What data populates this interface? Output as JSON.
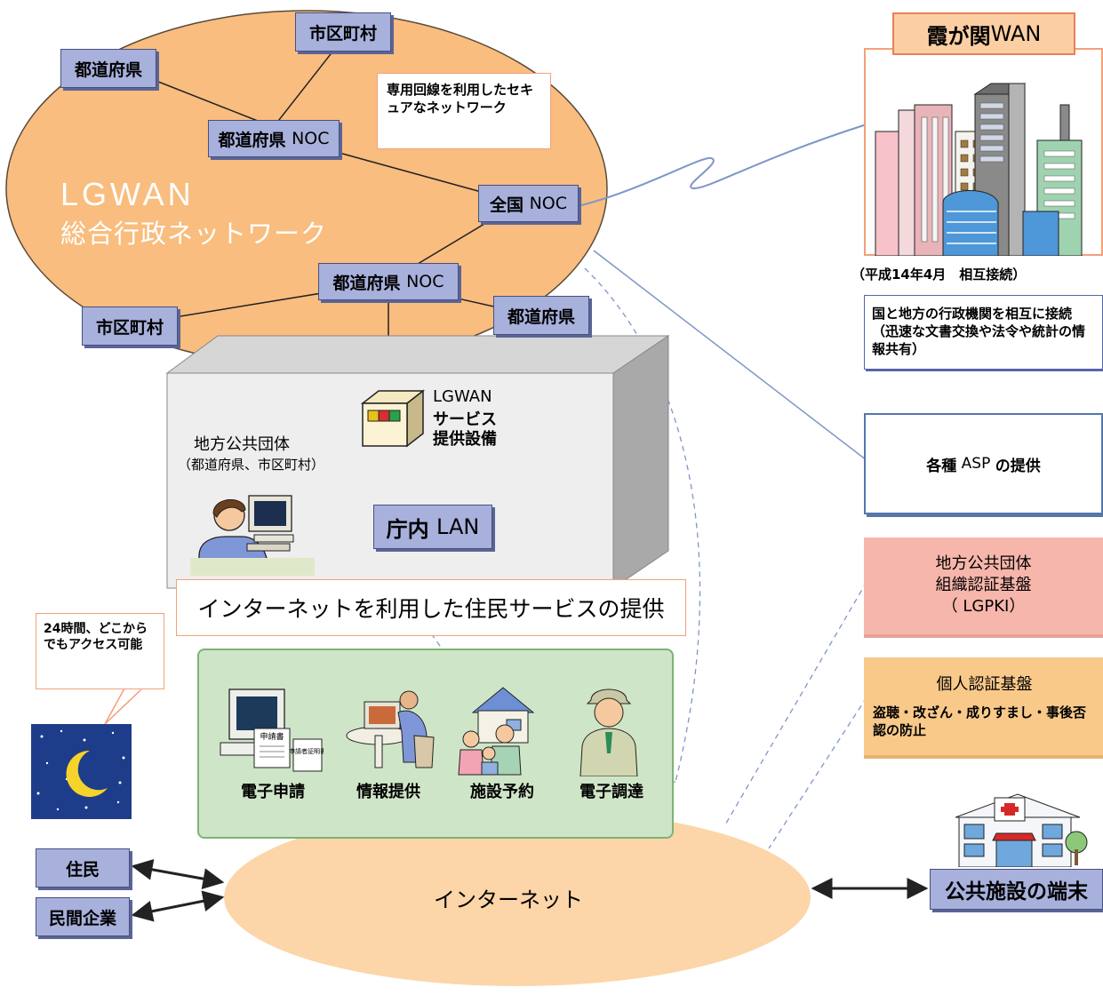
{
  "lgwan": {
    "title": "LGWAN",
    "subtitle": "総合行政ネットワーク",
    "callout": "専用回線を利用したセキュアなネットワーク",
    "nodes": {
      "shikuchoson_top": "市区町村",
      "todofuken_left": "都道府県",
      "noc_upper_bold": "都道府県",
      "noc_upper_suffix": "NOC",
      "zenkoku_bold": "全国",
      "zenkoku_suffix": "NOC",
      "noc_lower_bold": "都道府県",
      "noc_lower_suffix": "NOC",
      "shikuchoson_bottom": "市区町村",
      "todofuken_bottom": "都道府県"
    }
  },
  "local_gov": {
    "label": "地方公共団体",
    "sublabel": "（都道府県、市区町村）",
    "equipment_line1": "LGWAN",
    "equipment_line2": "サービス",
    "equipment_line3": "提供設備",
    "lan_bold": "庁内",
    "lan_suffix": "LAN",
    "internet_service_banner": "インターネットを利用した住民サービスの提供"
  },
  "availability_callout": "24時間、どこからでもアクセス可能",
  "services": [
    "電子申請",
    "情報提供",
    "施設予約",
    "電子調達"
  ],
  "document_labels": {
    "form": "申請書",
    "cert": "申請者証明書"
  },
  "internet": {
    "label": "インターネット",
    "residents": "住民",
    "companies": "民間企業",
    "public_terminal": "公共施設の端末"
  },
  "kasumigaseki": {
    "title_bold": "霞が関",
    "title_suffix": "WAN",
    "connection_date": "（平成14年4月　相互接続）",
    "description": "国と地方の行政機関を相互に接続（迅速な文書交換や法令や統計の情報共有）"
  },
  "asp": {
    "bold_prefix": "各種",
    "middle": "ASP",
    "bold_suffix": "の提供"
  },
  "lgpki": {
    "line1": "地方公共団体",
    "line2": "組織認証基盤",
    "line3": "（ LGPKI）"
  },
  "personal_auth": {
    "title": "個人認証基盤",
    "description": "盗聴・改ざん・成りすまし・事後否認の防止"
  },
  "colors": {
    "ellipse": "#f9bd7f",
    "node": "#a8b0dc",
    "services_bg": "#cfe5c7",
    "internet_bg": "#fcd6a8",
    "lgpki_bg": "#f6b6ab",
    "personal_bg": "#f9c98a",
    "asp_border": "#5577aa"
  }
}
